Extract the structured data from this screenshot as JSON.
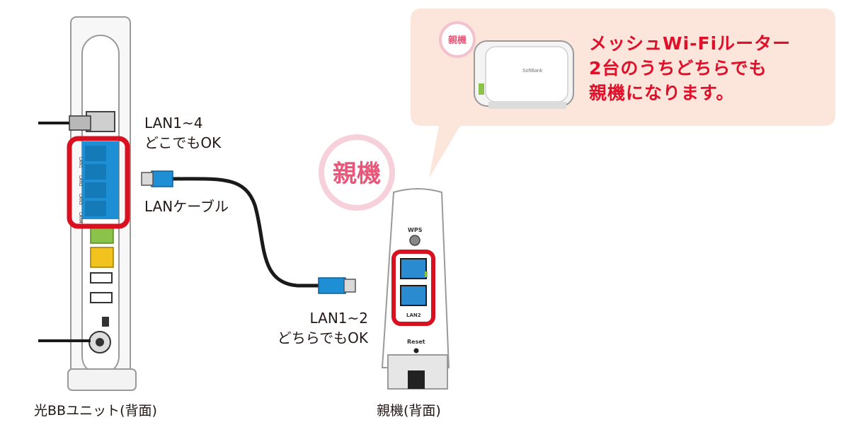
{
  "labels": {
    "lan14": [
      "LAN1~4",
      "どこでもOK"
    ],
    "cable": "LANケーブル",
    "lan12": [
      "LAN1~2",
      "どちらでもOK"
    ],
    "unit_caption": "光BBユニット(背面)",
    "parent_caption": "親機(背面)",
    "parent_badge": "親機",
    "small_badge": "親機",
    "bubble_lines": [
      "メッシュWi-Fiルーター",
      "2台のうちどちらでも",
      "親機になります。"
    ]
  },
  "device_labels": {
    "unit_ports": [
      "LAN1",
      "LAN2",
      "LAN3",
      "LAN4"
    ],
    "router_wps": "WPS",
    "router_lan": "LAN2",
    "router_reset": "Reset",
    "router_logo": "SoftBank"
  },
  "colors": {
    "highlight": "#d9101f",
    "lan_blue": "#1e8fd4",
    "bubble_bg": "#fce5da",
    "badge_pink": "#e8577a",
    "bubble_text": "#e0102b",
    "cable": "#1a1a1a"
  }
}
